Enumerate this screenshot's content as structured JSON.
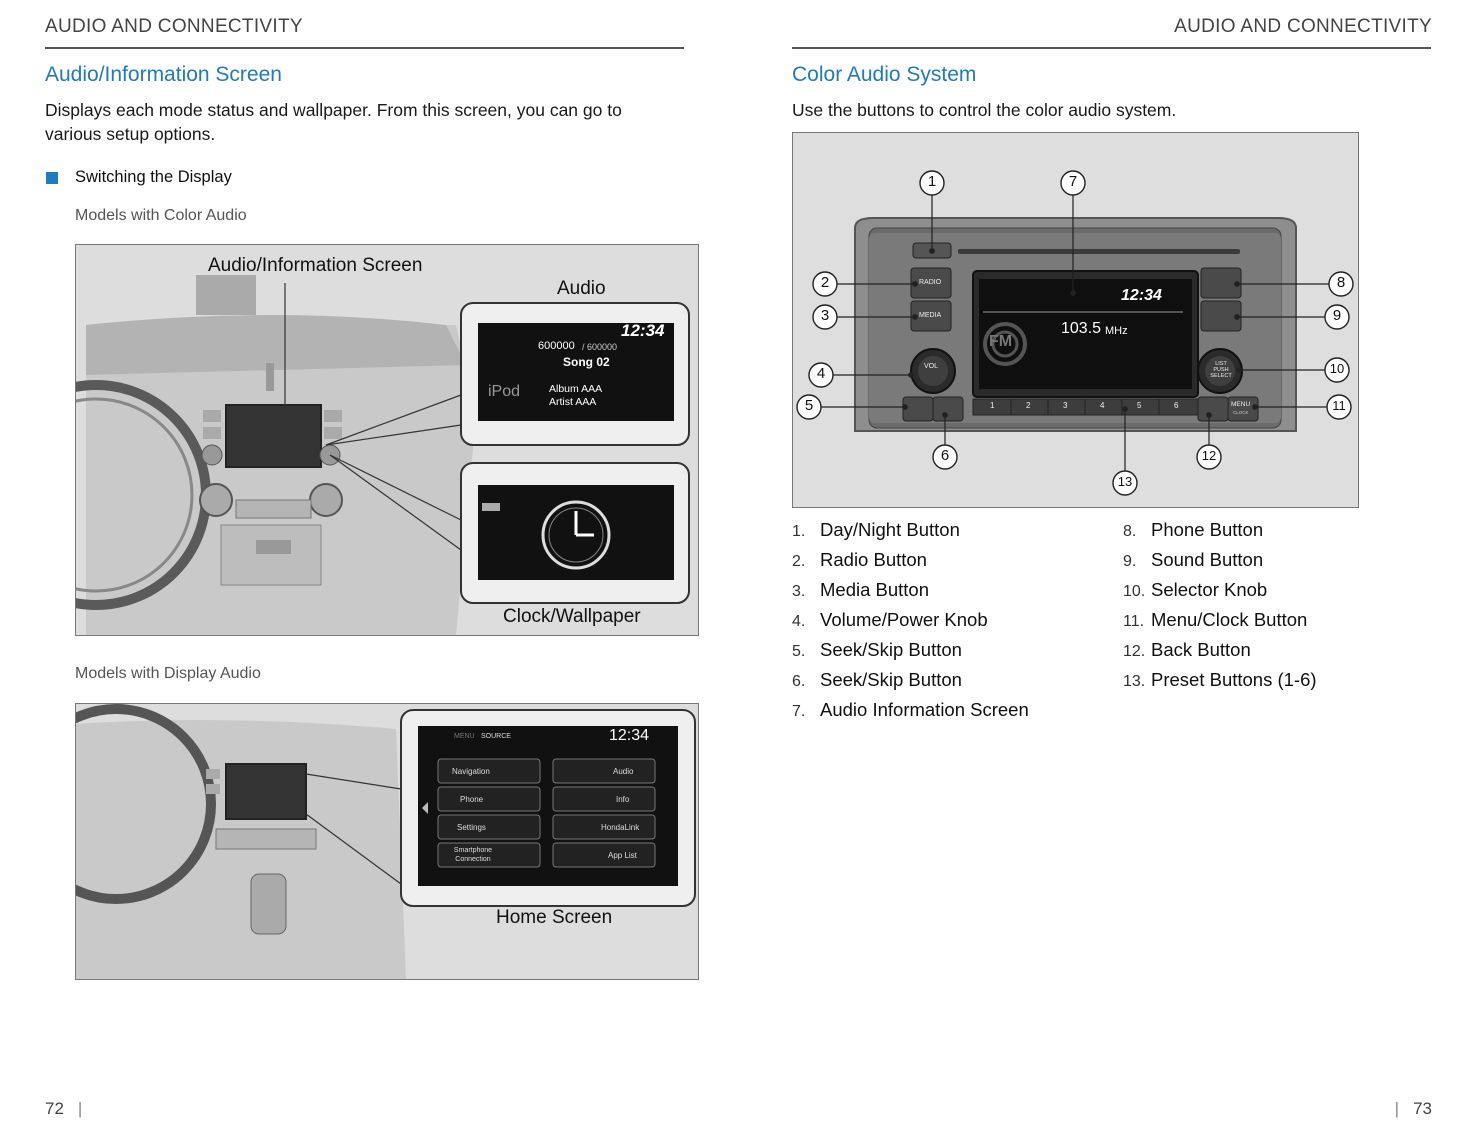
{
  "left_page": {
    "header": "AUDIO AND CONNECTIVITY",
    "title": "Audio/Information Screen",
    "intro_line1": "Displays each mode status and wallpaper. From this screen, you can go to",
    "intro_line2": "various setup options.",
    "bullet_heading": "Switching the Display",
    "color_audio_label": "Models with Color Audio",
    "fig1": {
      "screen_label": "Audio/Information Screen",
      "audio_label": "Audio",
      "clock_label": "Clock/Wallpaper",
      "audio_screen": {
        "time": "12:34",
        "track_count": "600000",
        "track_total": "/ 600000",
        "song": "Song 02",
        "album": "Album AAA",
        "artist": "Artist AAA",
        "source": "iPod"
      }
    },
    "display_audio_label": "Models with Display Audio",
    "fig2": {
      "home_label": "Home Screen",
      "time": "12:34",
      "menu_tab": "MENU",
      "source_tab": "SOURCE",
      "tiles": [
        "Navigation",
        "Audio",
        "Phone",
        "Info",
        "Settings",
        "HondaLink",
        "Smartphone Connection",
        "App List"
      ]
    },
    "page_number": "72"
  },
  "right_page": {
    "header": "AUDIO AND CONNECTIVITY",
    "title": "Color Audio System",
    "intro": "Use the buttons to control the color audio system.",
    "diagram": {
      "time": "12:34",
      "frequency": "103.5",
      "unit": "MHz",
      "band": "FM",
      "radio_btn": "RADIO",
      "media_btn": "MEDIA",
      "vol_btn": "VOL",
      "list_btn": "LIST PUSH SELECT",
      "menu_btn": "MENU",
      "clock_btn": "CLOCK",
      "presets": [
        "1",
        "2",
        "3",
        "4",
        "5",
        "6"
      ],
      "callouts": [
        "1",
        "2",
        "3",
        "4",
        "5",
        "6",
        "7",
        "8",
        "9",
        "10",
        "11",
        "12",
        "13"
      ]
    },
    "legend": [
      {
        "num": "1.",
        "label": "Day/Night Button"
      },
      {
        "num": "2.",
        "label": "Radio Button"
      },
      {
        "num": "3.",
        "label": "Media Button"
      },
      {
        "num": "4.",
        "label": "Volume/Power Knob"
      },
      {
        "num": "5.",
        "label": "Seek/Skip Button"
      },
      {
        "num": "6.",
        "label": "Seek/Skip Button"
      },
      {
        "num": "7.",
        "label": "Audio Information Screen"
      },
      {
        "num": "8.",
        "label": "Phone Button"
      },
      {
        "num": "9.",
        "label": "Sound Button"
      },
      {
        "num": "10.",
        "label": "Selector Knob"
      },
      {
        "num": "11.",
        "label": "Menu/Clock Button"
      },
      {
        "num": "12.",
        "label": "Back Button"
      },
      {
        "num": "13.",
        "label": "Preset Buttons (1-6)"
      }
    ],
    "page_number": "73"
  }
}
